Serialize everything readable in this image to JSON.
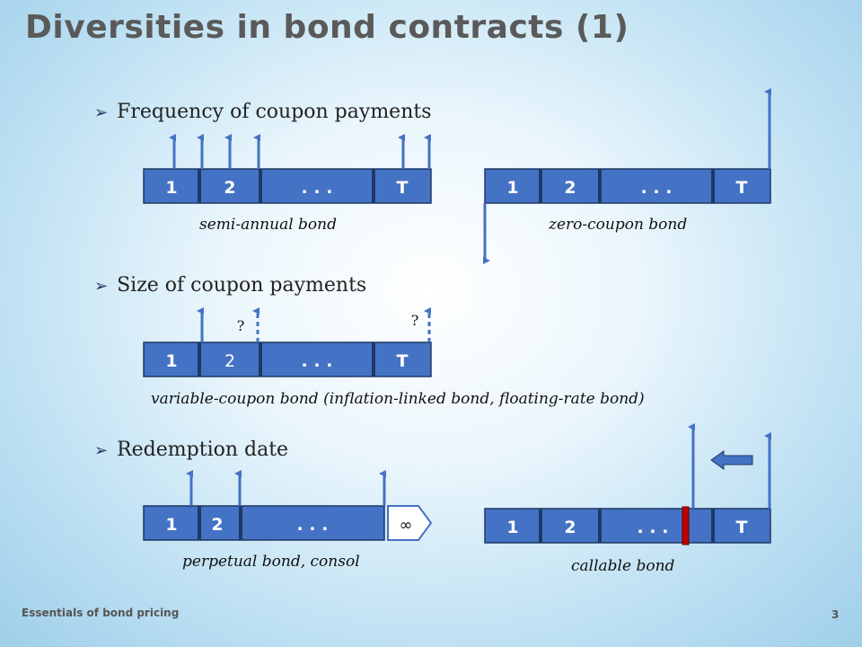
{
  "title": "Diversities in bond contracts (1)",
  "bullets": {
    "frequency": "Frequency of coupon payments",
    "size": "Size of coupon payments",
    "redemption": "Redemption date"
  },
  "cells": {
    "one": "1",
    "two": "2",
    "dots": ". . .",
    "T": "T",
    "infinity": "∞",
    "question": "?"
  },
  "captions": {
    "semi_annual": "semi-annual  bond",
    "zero_coupon": "zero-coupon bond",
    "variable": "variable-coupon bond  (inflation-linked bond, floating-rate bond)",
    "perpetual": "perpetual bond, consol",
    "callable": "callable bond"
  },
  "footer": "Essentials of bond pricing",
  "page_number": "3",
  "colors": {
    "cell": "#4472c4",
    "arrow": "#4472c4",
    "call_marker": "#c00000"
  }
}
